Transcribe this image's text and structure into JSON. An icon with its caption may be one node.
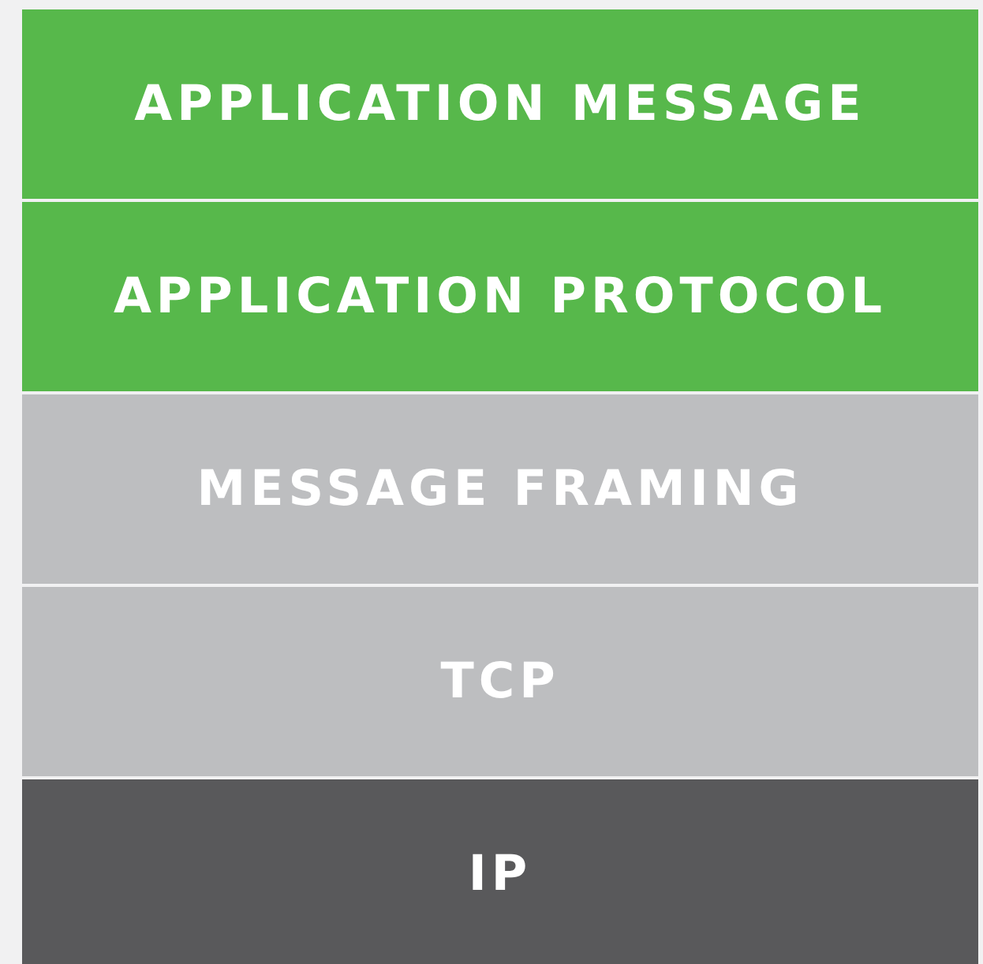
{
  "diagram": {
    "nodes": [
      {
        "text": [
          "APPLICATION MESSAGE"
        ]
      },
      {
        "text": [
          "APPLICATION PROTOCOL"
        ]
      },
      {
        "text": [
          "MESSAGE FRAMING"
        ]
      },
      {
        "text": [
          "TCP"
        ]
      },
      {
        "text": [
          "IP"
        ]
      }
    ]
  }
}
